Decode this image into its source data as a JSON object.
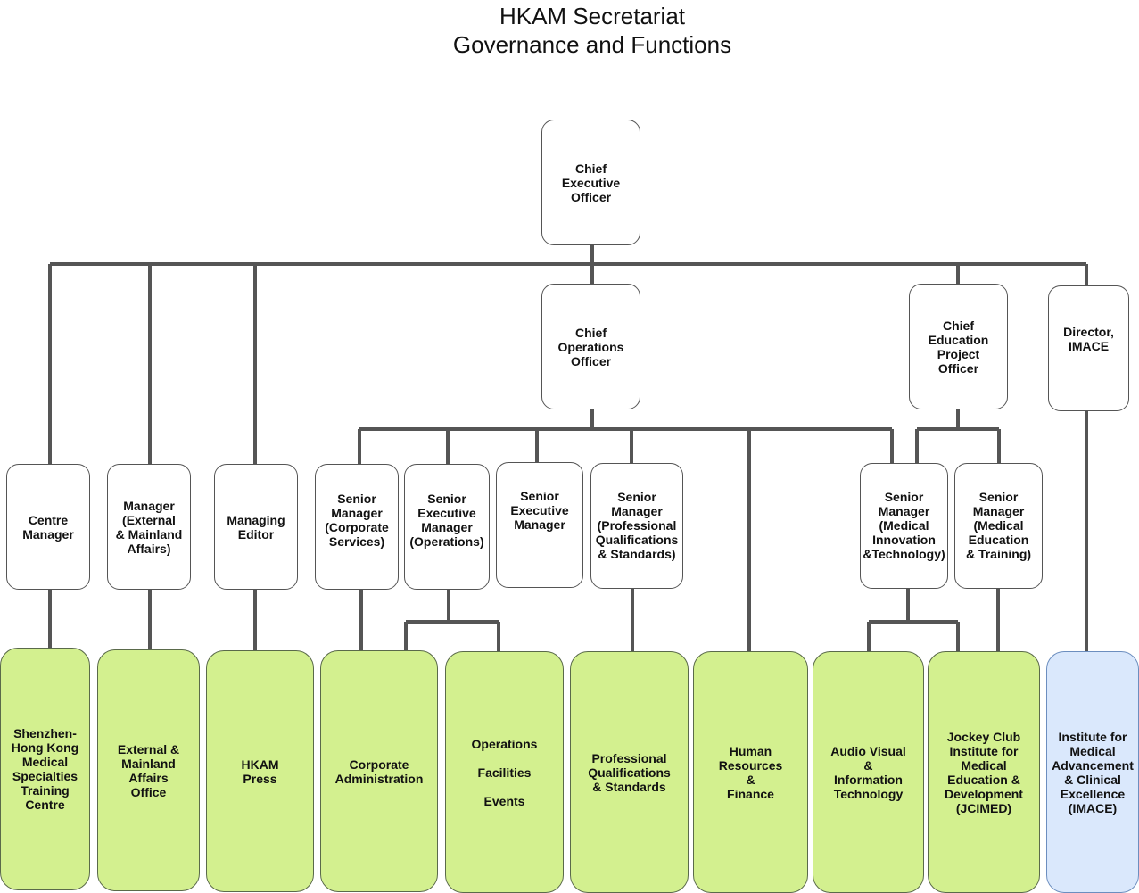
{
  "title": {
    "line1": "HKAM Secretariat",
    "line2": "Governance and Functions"
  },
  "colors": {
    "connector": "#555555",
    "unit_fill": "#d3f08f",
    "imace_fill": "#dae8fc",
    "role_fill": "#ffffff"
  },
  "roles": {
    "ceo": "Chief\nExecutive\nOfficer",
    "coo": "Chief\nOperations\nOfficer",
    "ceduo": "Chief\nEducation\nProject\nOfficer",
    "director_imace": "Director,\nIMACE",
    "centre_manager": "Centre\nManager",
    "manager_ext": "Manager\n(External\n& Mainland\nAffairs)",
    "managing_editor": "Managing\nEditor",
    "sm_corporate": "Senior\nManager\n(Corporate\nServices)",
    "sem_operations": "Senior\nExecutive\nManager\n(Operations)",
    "sem": "Senior\nExecutive\nManager",
    "sm_pqs": "Senior\nManager\n(Professional\nQualifications\n& Standards)",
    "sm_mit": "Senior\nManager\n(Medical\nInnovation\n&Technology)",
    "sm_met": "Senior\nManager\n(Medical\nEducation\n& Training)"
  },
  "units": {
    "shenzhen": "Shenzhen-\nHong Kong\nMedical\nSpecialties\nTraining\nCentre",
    "external": "External &\nMainland\nAffairs\nOffice",
    "press": "HKAM\nPress",
    "corporate": "Corporate\nAdministration",
    "operations": "Operations\n\nFacilities\n\nEvents",
    "pqs": "Professional\nQualifications\n& Standards",
    "hr": "Human\nResources\n&\nFinance",
    "avit": "Audio Visual\n&\nInformation\nTechnology",
    "jcimed": "Jockey Club\nInstitute for\nMedical\nEducation &\nDevelopment\n(JCIMED)",
    "imace": "Institute for\nMedical\nAdvancement\n& Clinical\nExcellence\n(IMACE)"
  }
}
